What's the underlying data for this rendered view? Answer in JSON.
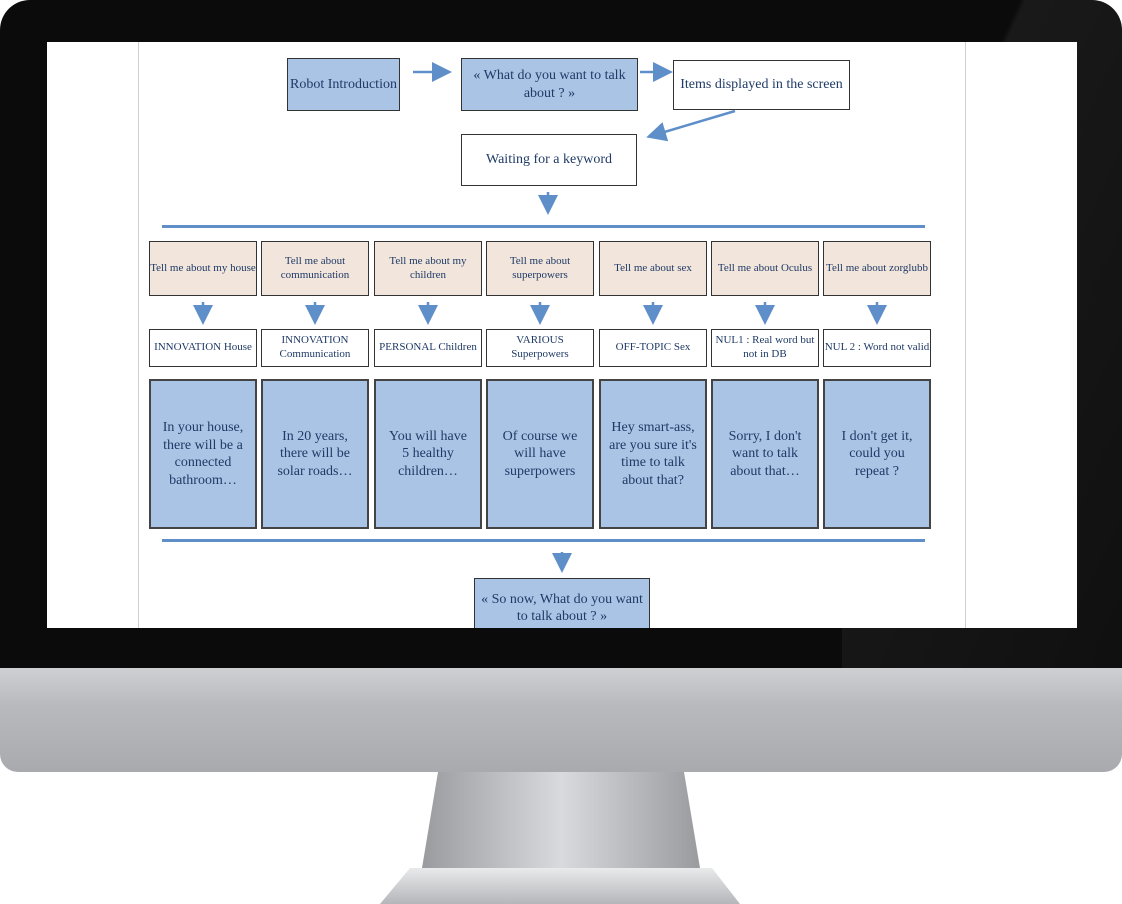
{
  "flow": {
    "start": "Robot Introduction",
    "question": "« What do you want to talk about ? »",
    "display": "Items displayed in the screen",
    "waiting": "Waiting for a keyword",
    "final": "« So now, What do you want to talk about ? »"
  },
  "branches": [
    {
      "prompt": "Tell me about my house",
      "category": "INNOVATION House",
      "response": "In your house, there will be a connected bathroom…"
    },
    {
      "prompt": "Tell me about communication",
      "category": "INNOVATION Communication",
      "response": "In 20 years, there will be solar roads…"
    },
    {
      "prompt": "Tell me about my children",
      "category": "PERSONAL Children",
      "response": "You will have 5 healthy children…"
    },
    {
      "prompt": "Tell me about superpowers",
      "category": "VARIOUS Superpowers",
      "response": "Of course we will have superpowers"
    },
    {
      "prompt": "Tell me about sex",
      "category": "OFF-TOPIC Sex",
      "response": "Hey smart-ass, are you sure it's time to talk about that?"
    },
    {
      "prompt": "Tell me about Oculus",
      "category": "NUL1 : Real word but not in DB",
      "response": "Sorry, I don't want to talk about that…"
    },
    {
      "prompt": "Tell me about zorglubb",
      "category": "NUL 2 : Word not valid",
      "response": "I don't get it, could you repeat ?"
    }
  ],
  "colors": {
    "box_blue": "#a9c4e4",
    "box_peach": "#f2e6dc",
    "arrow": "#5f8fc9",
    "text": "#1f3a66"
  }
}
